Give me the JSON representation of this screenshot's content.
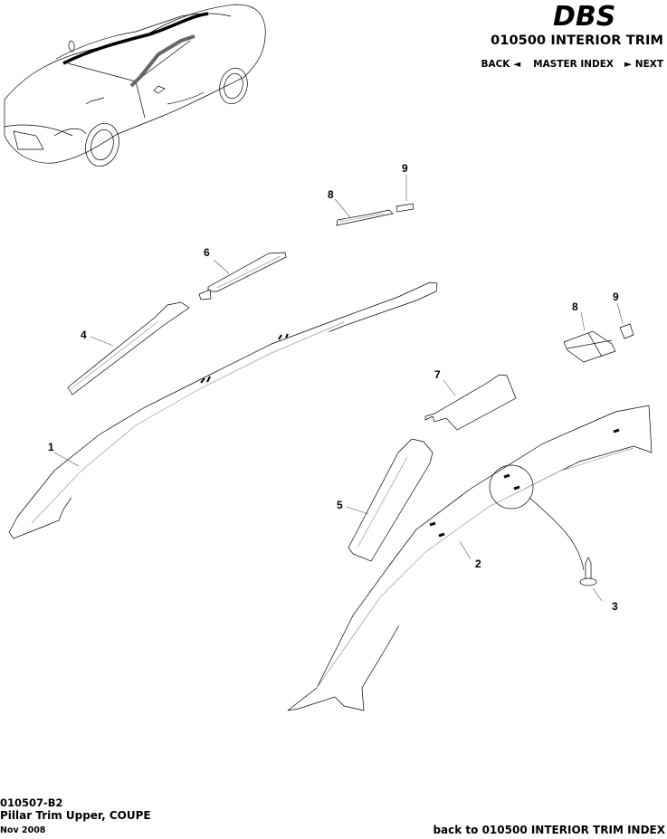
{
  "header": {
    "brand_logo": "DBS",
    "section_title": "010500 INTERIOR TRIM",
    "nav": {
      "back_label": "BACK ◄",
      "master_index_label": "MASTER INDEX",
      "next_label": "► NEXT"
    }
  },
  "diagram": {
    "title": "Pillar Trim Upper, COUPE",
    "callouts": [
      {
        "id": "1",
        "label": "1"
      },
      {
        "id": "2",
        "label": "2"
      },
      {
        "id": "3",
        "label": "3"
      },
      {
        "id": "4",
        "label": "4"
      },
      {
        "id": "5",
        "label": "5"
      },
      {
        "id": "6",
        "label": "6"
      },
      {
        "id": "7",
        "label": "7"
      },
      {
        "id": "8a",
        "label": "8"
      },
      {
        "id": "9a",
        "label": "9"
      },
      {
        "id": "8b",
        "label": "8"
      },
      {
        "id": "9b",
        "label": "9"
      }
    ]
  },
  "footer": {
    "page_code": "010507-B2",
    "description": "Pillar Trim Upper, COUPE",
    "date": "Nov 2008",
    "back_link": "back to 010500 INTERIOR TRIM INDEX"
  }
}
